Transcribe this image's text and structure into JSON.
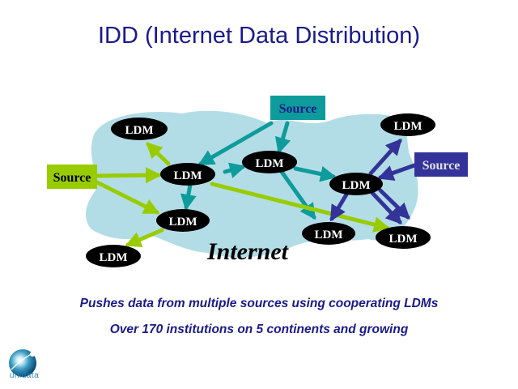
{
  "title": "IDD (Internet Data Distribution)",
  "diagram": {
    "cloud_label": "Internet",
    "ldm_label": "LDM",
    "sources": {
      "top": "Source",
      "left": "Source",
      "right": "Source"
    },
    "colors": {
      "cloud": "#b3dde6",
      "ldm_fill": "#000000",
      "ldm_text": "#ffffff",
      "top_source": "#0e9b9b",
      "left_source": "#99cc00",
      "right_source": "#333399",
      "top_source_text": "#1a1a8c",
      "left_source_text": "#000000",
      "right_source_text": "#e0e0e0"
    }
  },
  "captions": [
    "Pushes data from multiple sources using cooperating LDMs",
    "Over 170 institutions on 5 continents and growing"
  ],
  "logo": {
    "text": "unidata",
    "icon": "unidata-logo-icon"
  }
}
